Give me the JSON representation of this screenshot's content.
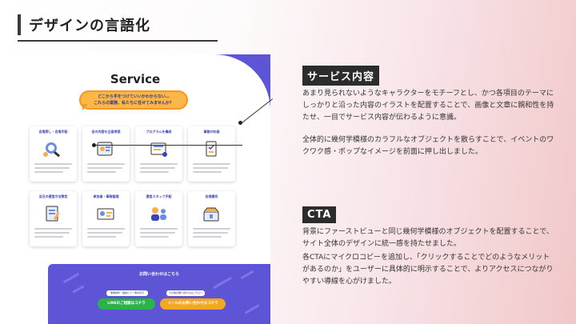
{
  "slide": {
    "title": "デザインの言語化"
  },
  "mockup": {
    "service_title": "Service",
    "bubble_lines": [
      "どこから手をつけていいかわからない…",
      "これらの業務、私たちに任せてみませんか？"
    ],
    "cards": [
      {
        "title": "会場探し・会場手配",
        "icon": "venue-search-icon"
      },
      {
        "title": "会の内容を企画考案",
        "icon": "planning-icon"
      },
      {
        "title": "プログラムを構成",
        "icon": "program-icon"
      },
      {
        "title": "事務の計画",
        "icon": "office-plan-icon"
      },
      {
        "title": "当日の運営方法策定",
        "icon": "operation-icon"
      },
      {
        "title": "参加者・事務管理",
        "icon": "participant-icon"
      },
      {
        "title": "運営スタッフ手配",
        "icon": "staff-icon"
      },
      {
        "title": "会場撤収",
        "icon": "teardown-icon"
      }
    ],
    "cta": {
      "heading": "お問い合わせはこちら",
      "line_pill": "簡単操作・相談にて一者対応可",
      "mail_pill": "その他の問い合わせはこちらへ",
      "line_button": "LINEのご相談はコチラ",
      "mail_button": "メールのお問い合わせはコチラ"
    }
  },
  "right": {
    "service_heading": "サービス内容",
    "service_p1": "あまり見られないようなキャラクターをモチーフとし、かつ各項目のテーマにしっかりと沿った内容のイラストを配置することで、画像と文章に親和性を持たせ、一目でサービス内容が伝わるように意識。",
    "service_p2": "全体的に幾何学模様のカラフルなオブジェクトを散らすことで、イベントのワクワク感・ポップなイメージを前面に押し出しました。",
    "cta_heading": "CTA",
    "cta_p1": "背景にファーストビューと同じ幾何学模様のオブジェクトを配置することで、サイト全体のデザインに統一感を持たせました。",
    "cta_p2": "各CTAにマイクロコピーを追加し、「クリックすることでどのようなメリットがあるのか」をユーザーに具体的に明示することで、よりアクセスにつながりやすい導線を心がけました。"
  },
  "colors": {
    "accent": "#5d55d6",
    "orange": "#ffb649",
    "line_green": "#2bb34a",
    "mail_orange": "#f5a623",
    "label_bg": "#2c2c2c"
  }
}
